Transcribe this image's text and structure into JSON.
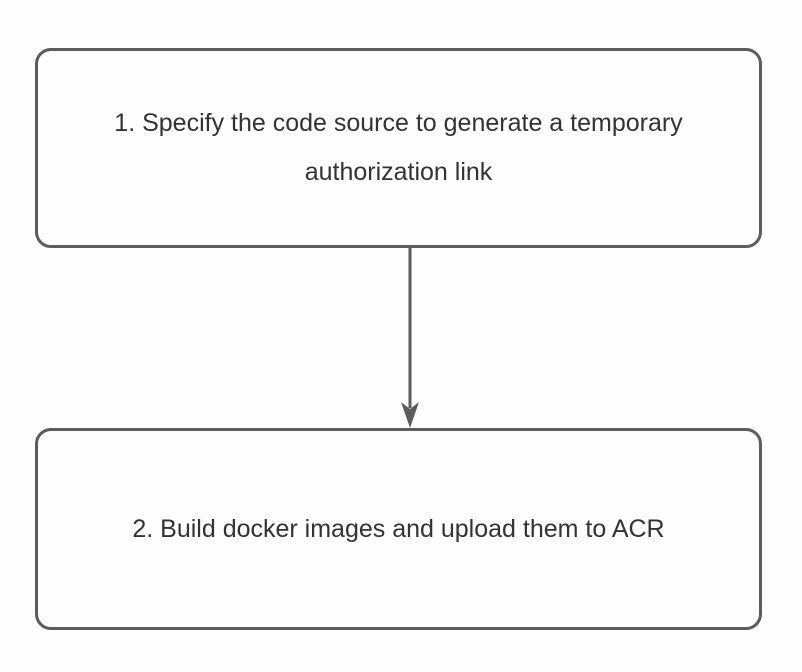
{
  "page": {
    "background_color": "#fdfdfd"
  },
  "diagram": {
    "type": "flowchart",
    "stroke_color": "#5c5c5c",
    "text_color": "#333333",
    "node_fill_color": "#fdfdfd",
    "nodes": [
      {
        "id": "step-1",
        "label": "1. Specify the code source to generate a temporary authorization link"
      },
      {
        "id": "step-2",
        "label": "2. Build docker images and upload them to ACR"
      }
    ],
    "connectors": [
      {
        "from": "step-1",
        "to": "step-2",
        "style": "arrow-down"
      }
    ]
  }
}
